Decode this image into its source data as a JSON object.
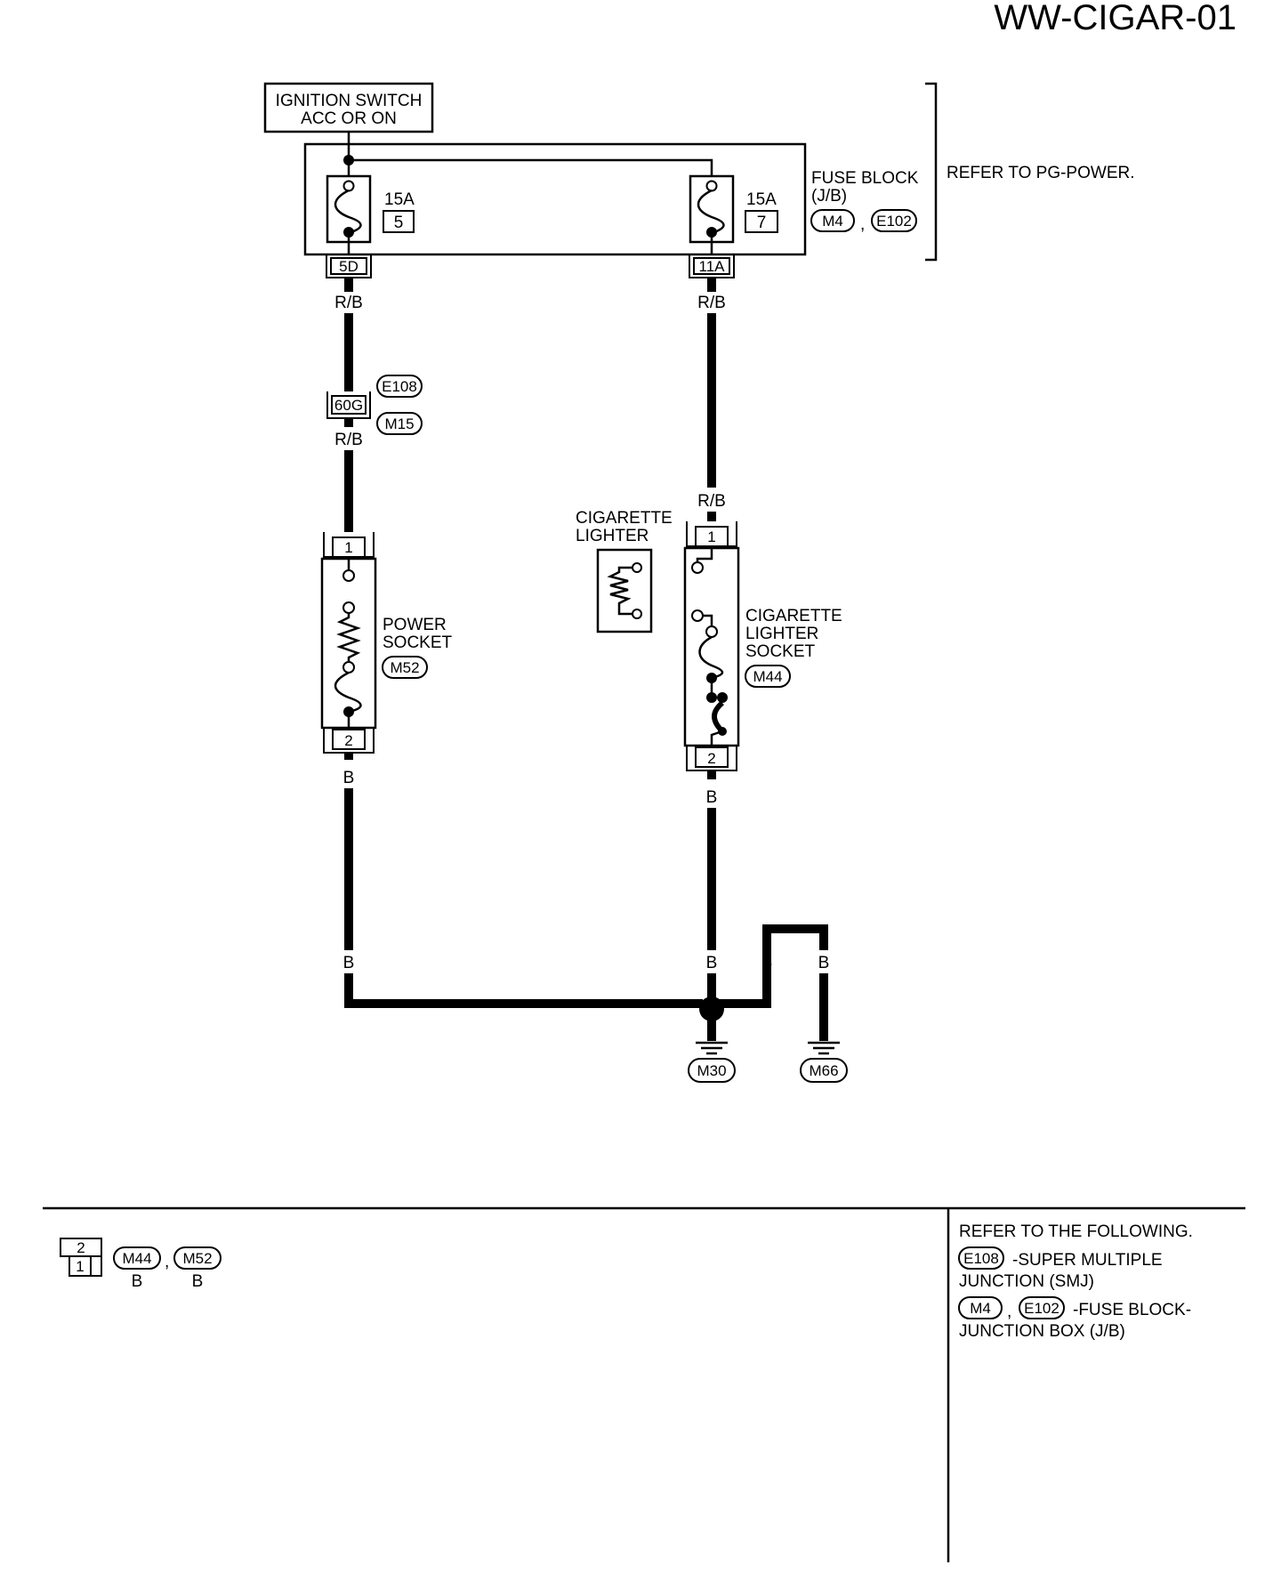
{
  "page_code": "WW-CIGAR-01",
  "ignition_switch": {
    "line1": "IGNITION SWITCH",
    "line2": "ACC OR ON"
  },
  "fuse_block": {
    "label_line1": "FUSE BLOCK",
    "label_line2": "(J/B)",
    "connector_a": "M4",
    "connector_b": "E102",
    "separator": ",",
    "fuse_left": {
      "rating": "15A",
      "number": "5",
      "terminal": "5D"
    },
    "fuse_right": {
      "rating": "15A",
      "number": "7",
      "terminal": "11A"
    }
  },
  "refer_note": "REFER TO PG-POWER.",
  "wire_colors": {
    "rb": "R/B",
    "b": "B"
  },
  "junction": {
    "terminal": "60G",
    "connector_top": "E108",
    "connector_bottom": "M15"
  },
  "power_socket": {
    "line1": "POWER",
    "line2": "SOCKET",
    "connector": "M52",
    "pin_top": "1",
    "pin_bottom": "2"
  },
  "cigarette_lighter": {
    "line1": "CIGARETTE",
    "line2": "LIGHTER"
  },
  "lighter_socket": {
    "line1": "CIGARETTE",
    "line2": "LIGHTER",
    "line3": "SOCKET",
    "connector": "M44",
    "pin_top": "1",
    "pin_bottom": "2"
  },
  "grounds": {
    "left": "M30",
    "right": "M66"
  },
  "connector_legend": {
    "pin_top": "2",
    "pin_bottom": "1",
    "connector_a": "M44",
    "connector_b": "M52",
    "color_a": "B",
    "color_b": "B",
    "separator": ","
  },
  "refer_following": {
    "heading": "REFER TO THE FOLLOWING.",
    "item1_connector": "E108",
    "item1_line1": "-SUPER MULTIPLE",
    "item1_line2": "JUNCTION (SMJ)",
    "item2_connector_a": "M4",
    "item2_separator": ",",
    "item2_connector_b": "E102",
    "item2_line1": "-FUSE BLOCK-",
    "item2_line2": "JUNCTION BOX (J/B)"
  }
}
